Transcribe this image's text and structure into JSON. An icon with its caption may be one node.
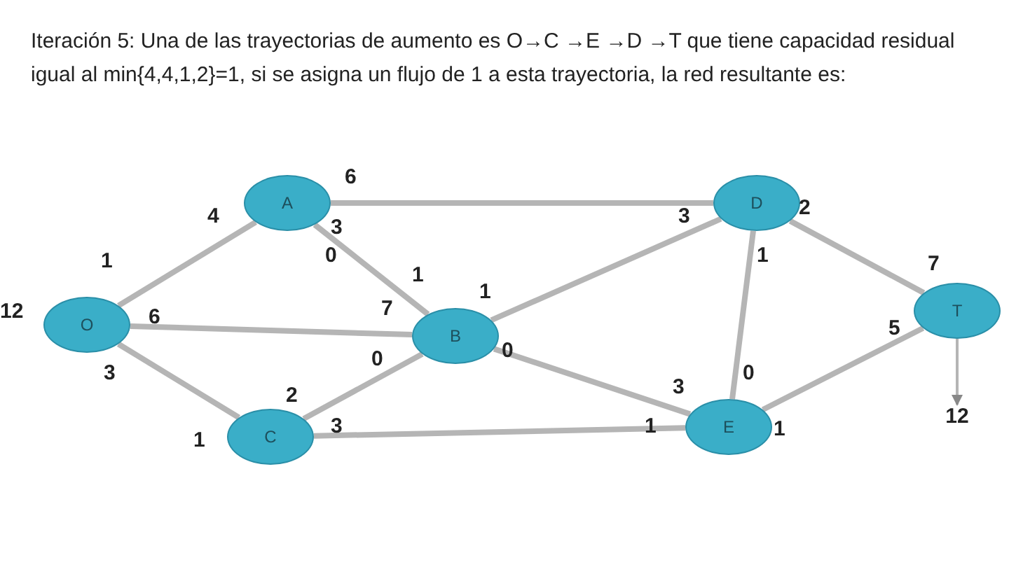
{
  "diagram": {
    "title": "Iteración 5: Una de las trayectorias de aumento es O→C →E →D →T que tiene capacidad residual igual al min{4,4,1,2}=1,  si se asigna un flujo de 1 a esta trayectoria, la red resultante es:",
    "nodes": [
      {
        "text": [
          "O"
        ]
      },
      {
        "text": [
          "A"
        ]
      },
      {
        "text": [
          "B"
        ]
      },
      {
        "text": [
          "C"
        ]
      },
      {
        "text": [
          "D"
        ]
      },
      {
        "text": [
          "E"
        ]
      },
      {
        "text": [
          "T"
        ]
      },
      {
        "text": [
          "12"
        ]
      }
    ],
    "edges": [
      {
        "from": 0,
        "to": 1,
        "arrow": "none"
      },
      {
        "from": 0,
        "to": 2,
        "arrow": "none"
      },
      {
        "from": 0,
        "to": 3,
        "arrow": "none"
      },
      {
        "from": 1,
        "to": 4,
        "arrow": "none"
      },
      {
        "from": 1,
        "to": 2,
        "arrow": "none"
      },
      {
        "from": 3,
        "to": 2,
        "arrow": "none"
      },
      {
        "from": 3,
        "to": 5,
        "arrow": "none"
      },
      {
        "from": 2,
        "to": 4,
        "arrow": "none"
      },
      {
        "from": 2,
        "to": 5,
        "arrow": "none"
      },
      {
        "from": 4,
        "to": 5,
        "arrow": "none"
      },
      {
        "from": 4,
        "to": 6,
        "arrow": "none"
      },
      {
        "from": 5,
        "to": 6,
        "arrow": "none"
      },
      {
        "from": 6,
        "to": 7,
        "arrow": "to"
      }
    ],
    "labels": [
      "12",
      "1",
      "4",
      "6",
      "7",
      "3",
      "1",
      "6",
      "3",
      "0",
      "1",
      "2",
      "0",
      "3",
      "1",
      "1",
      "3",
      "0",
      "3",
      "1",
      "0",
      "2",
      "7",
      "1",
      "5"
    ]
  }
}
